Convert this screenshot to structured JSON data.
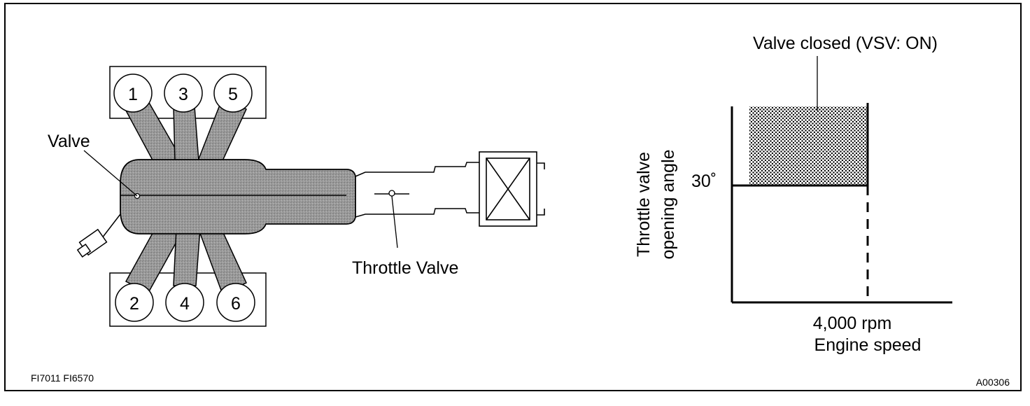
{
  "cylinders": {
    "top": [
      "1",
      "3",
      "5"
    ],
    "bottom": [
      "2",
      "4",
      "6"
    ]
  },
  "labels": {
    "valve": "Valve",
    "throttle_valve": "Throttle Valve",
    "valve_closed": "Valve closed (VSV: ON)",
    "y_axis_line1": "Throttle valve",
    "y_axis_line2": "opening angle",
    "angle_30": "30˚",
    "rpm_4000": "4,000 rpm",
    "x_axis": "Engine speed"
  },
  "codes": {
    "left": "FI7011  FI6570",
    "right": "A00306"
  },
  "colors": {
    "ink": "#000000",
    "manifold_fill": "#9a9a9a",
    "background": "#ffffff"
  }
}
